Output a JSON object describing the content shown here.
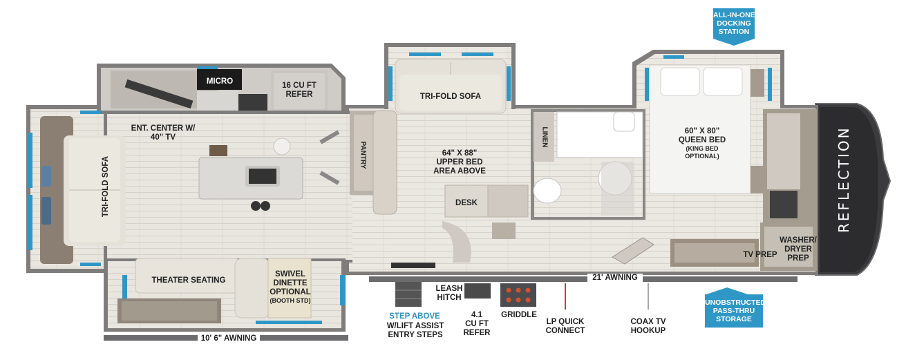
{
  "brand": "REFLECTION",
  "rooms": {
    "micro": "MICRO",
    "refer": [
      "16 CU FT",
      "REFER"
    ],
    "ent_center": [
      "ENT. CENTER w/",
      "40\" TV"
    ],
    "tri_fold_sofa_left": "TRI-FOLD SOFA",
    "theater_seating": "THEATER SEATING",
    "swivel_dinette": [
      "SWIVEL",
      "DINETTE",
      "OPTIONAL",
      "(BOOTH STD)"
    ],
    "pantry": "PANTRY",
    "tri_fold_sofa_slide": "TRI-FOLD SOFA",
    "upper_bed": [
      "64\" x 88\"",
      "UPPER BED",
      "AREA ABOVE"
    ],
    "desk": "DESK",
    "linen": "LINEN",
    "queen_bed": [
      "60\" x 80\"",
      "QUEEN BED"
    ],
    "queen_bed_note": [
      "(KING BED",
      "OPTIONAL)"
    ],
    "washer_dryer": [
      "WASHER/",
      "DRYER",
      "PREP"
    ],
    "tv_prep": "TV PREP"
  },
  "exterior": {
    "awning_main": "21' AWNING",
    "awning_slide": "10' 6\" AWNING",
    "step_above": "STEP ABOVE",
    "lift_assist": [
      "w/LIFT ASSIST",
      "ENTRY STEPS"
    ],
    "leash_hitch": [
      "LEASH",
      "HITCH"
    ],
    "exterior_refer": [
      "4.1",
      "CU FT",
      "REFER"
    ],
    "griddle": "GRIDDLE",
    "lp_quick": [
      "LP QUICK",
      "CONNECT"
    ],
    "coax_tv": [
      "COAX TV",
      "HOOKUP"
    ]
  },
  "callouts": {
    "docking_station": [
      "ALL-IN-ONE",
      "DOCKING",
      "STATION"
    ],
    "pass_thru": [
      "UNOBSTRUCTED",
      "PASS-THRU",
      "STORAGE"
    ]
  },
  "colors": {
    "floor": "#e8e4de",
    "wall": "#8a8886",
    "window": "#2f97c6",
    "callout": "#2f97c6",
    "cap": "#3a3a3c"
  }
}
